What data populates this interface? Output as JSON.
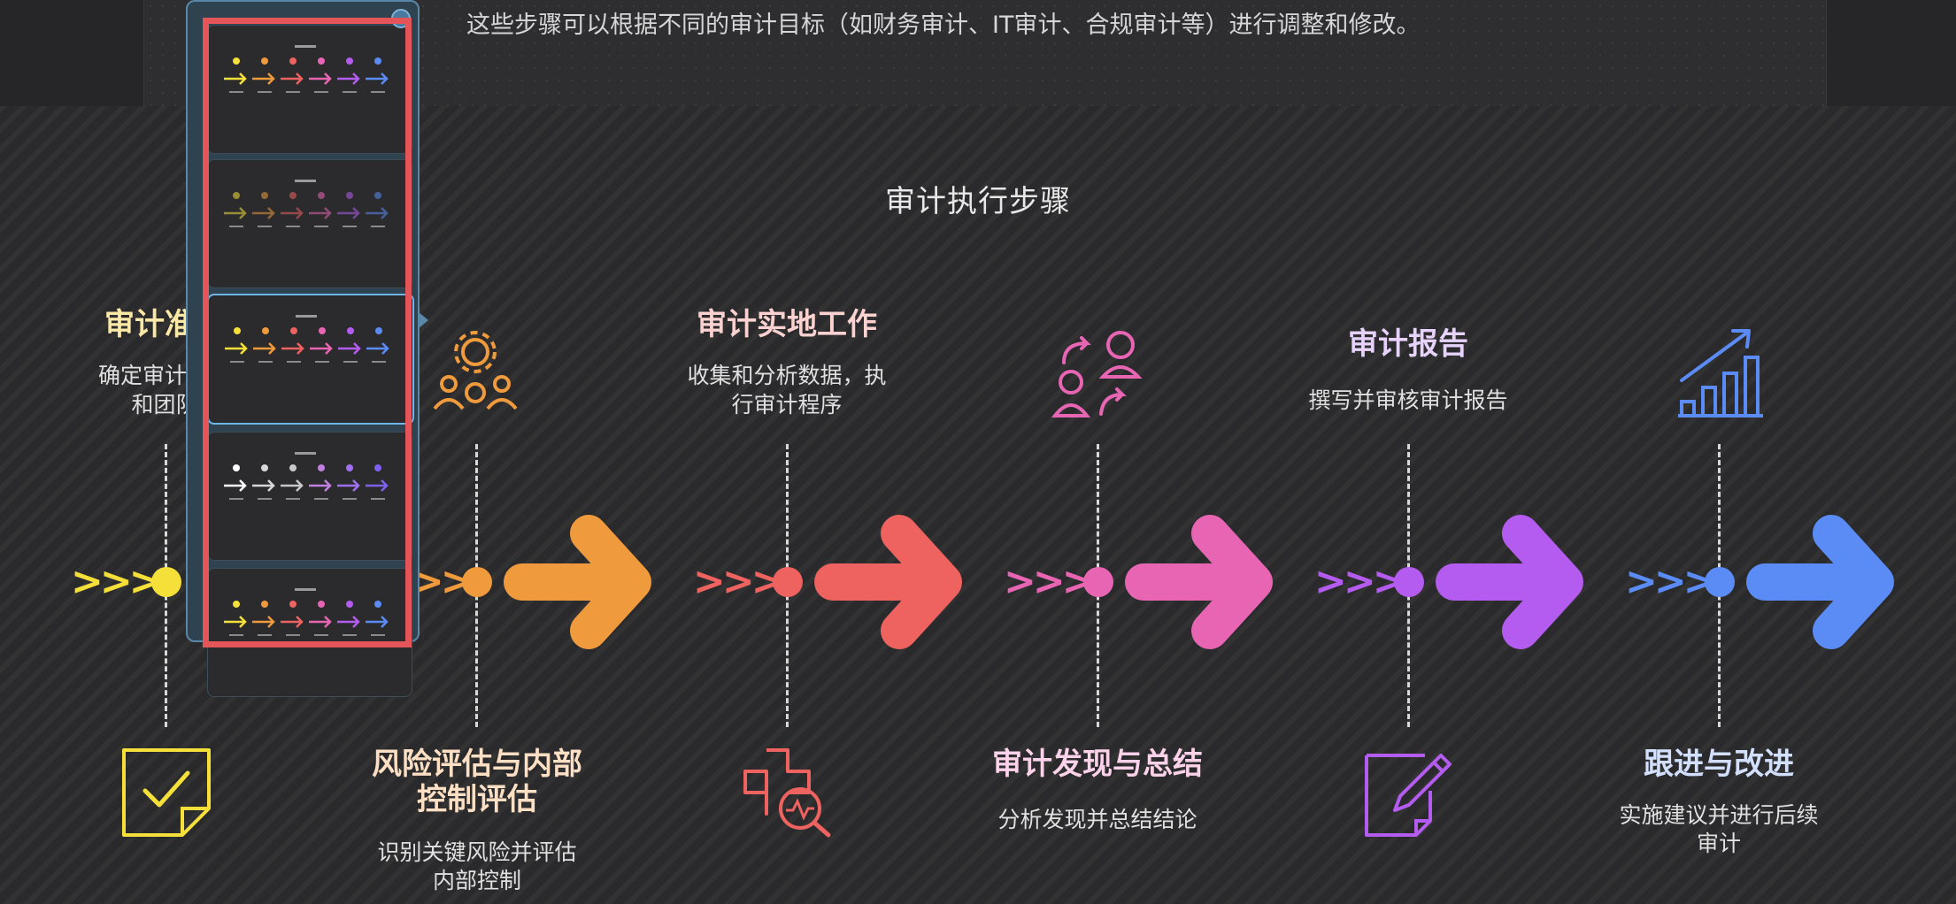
{
  "document": {
    "intro_line": "这些步骤可以根据不同的审计目标（如财务审计、IT审计、合规审计等）进行调整和修改。"
  },
  "diagram": {
    "title": "审计执行步骤",
    "steps": [
      {
        "title": "审计准备",
        "desc": "确定审计范围和团队",
        "color": "#f5e03a",
        "icon": "checklist-note-icon",
        "position": "top"
      },
      {
        "title": "风险评估与内部控制评估",
        "desc": "识别关键风险并评估内部控制",
        "color": "#ef9a3c",
        "icon": "gear-people-icon",
        "position": "bottom"
      },
      {
        "title": "审计实地工作",
        "desc": "收集和分析数据，执行审计程序",
        "color": "#ee6360",
        "icon": "medical-search-icon",
        "position": "top"
      },
      {
        "title": "审计发现与总结",
        "desc": "分析发现并总结结论",
        "color": "#e865b4",
        "icon": "people-exchange-icon",
        "position": "bottom"
      },
      {
        "title": "审计报告",
        "desc": "撰写并审核审计报告",
        "color": "#b45cf0",
        "icon": "pen-document-icon",
        "position": "top"
      },
      {
        "title": "跟进与改进",
        "desc": "实施建议并进行后续审计",
        "color": "#5b8cf5",
        "icon": "growth-chart-icon",
        "position": "bottom"
      }
    ],
    "labels": {
      "s1_title": "审计准备",
      "s1_desc_a": "确定审计范围",
      "s1_desc_b": "和团队",
      "s2_title_a": "风险评估与内部",
      "s2_title_b": "控制评估",
      "s2_desc_a": "识别关键风险并评估",
      "s2_desc_b": "内部控制",
      "s3_title": "审计实地工作",
      "s3_desc_a": "收集和分析数据，执",
      "s3_desc_b": "行审计程序",
      "s4_title": "审计发现与总结",
      "s4_desc": "分析发现并总结结论",
      "s5_title": "审计报告",
      "s5_desc": "撰写并审核审计报告",
      "s6_title": "跟进与改进",
      "s6_desc_a": "实施建议并进行后续",
      "s6_desc_b": "审计"
    }
  },
  "thumbnail_panel": {
    "thumbnail_count": 5,
    "selected_index": 2,
    "variants": [
      "color",
      "color-dim",
      "color-bright",
      "mono",
      "color-partial"
    ]
  }
}
